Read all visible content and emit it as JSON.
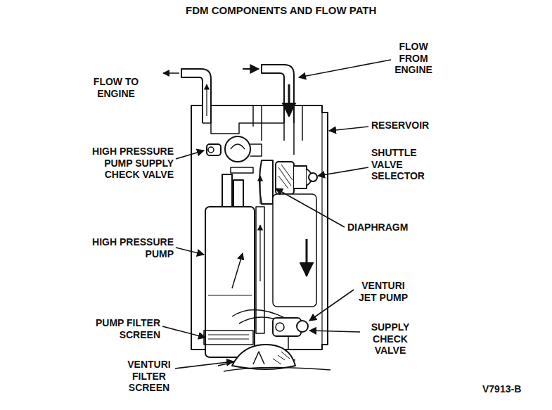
{
  "diagram": {
    "title": "FDM COMPONENTS AND FLOW PATH",
    "labels": [
      "FLOW TO ENGINE",
      "HIGH PRESSURE PUMP SUPPLY CHECK VALVE",
      "HIGH PRESSURE PUMP",
      "PUMP FILTER SCREEN",
      "VENTURI FILTER SCREEN",
      "FLOW FROM ENGINE",
      "RESERVOIR",
      "SHUTTLE VALVE SELECTOR",
      "DIAPHRAGM",
      "VENTURI JET PUMP",
      "SUPPLY CHECK VALVE",
      "V7913-B"
    ]
  }
}
